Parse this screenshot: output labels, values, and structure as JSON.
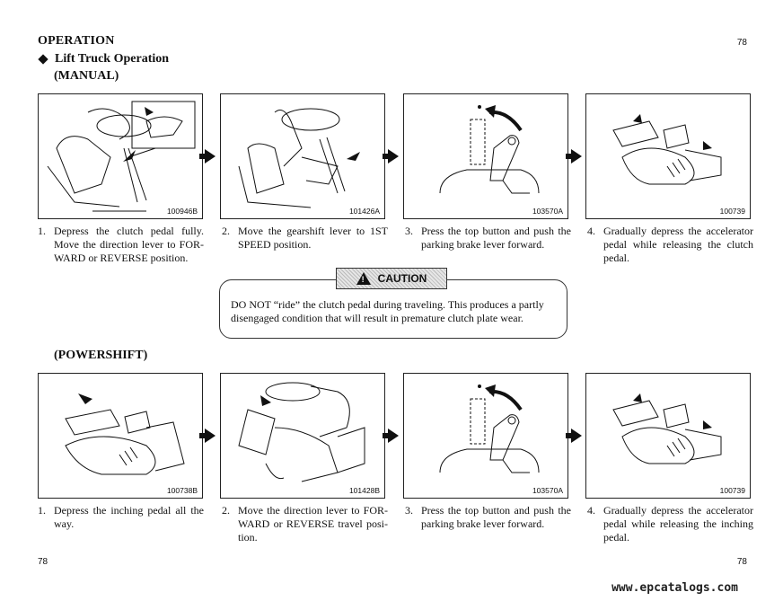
{
  "header": {
    "section_title": "OPERATION",
    "subsection_title": "Lift Truck Operation",
    "page_number": "78"
  },
  "manual": {
    "heading": "(MANUAL)",
    "steps": [
      {
        "code": "100946B",
        "num": "1.",
        "text": "Depress the clutch pedal fully. Move the direction lever to FOR-WARD or REVERSE position."
      },
      {
        "code": "101426A",
        "num": "2.",
        "text": "Move the gearshift lever to 1ST SPEED position."
      },
      {
        "code": "103570A",
        "num": "3.",
        "text": "Press the top button and push the parking brake lever forward."
      },
      {
        "code": "100739",
        "num": "4.",
        "text": "Gradually depress the accelerator pedal while releasing the clutch pedal."
      }
    ]
  },
  "caution": {
    "label": "CAUTION",
    "text": "DO NOT “ride” the clutch pedal during traveling. This produces a partly disengaged condition that will result in premature clutch plate wear."
  },
  "powershift": {
    "heading": "(POWERSHIFT)",
    "steps": [
      {
        "code": "100738B",
        "num": "1.",
        "text": "Depress the inching pedal all the way."
      },
      {
        "code": "101428B",
        "num": "2.",
        "text": "Move the direction lever to FOR-WARD or REVERSE travel posi-tion."
      },
      {
        "code": "103570A",
        "num": "3.",
        "text": "Press the top button and push the parking brake lever forward."
      },
      {
        "code": "100739",
        "num": "4.",
        "text": "Gradually depress the accelerator pedal while releasing the inching pedal."
      }
    ]
  },
  "footer": {
    "page_left": "78",
    "page_right": "78",
    "watermark": "www.epcatalogs.com"
  }
}
